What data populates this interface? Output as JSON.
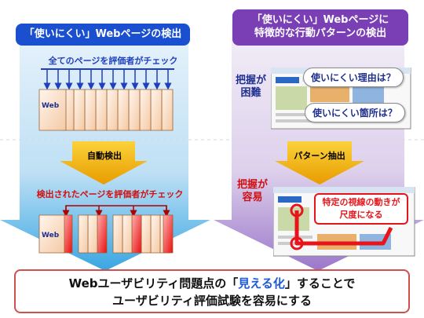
{
  "left": {
    "header": "「使いにくい」Webページの検出",
    "top_label": "全てのページを評価者がチェック",
    "stack_label": "Web",
    "arrow_label": "自動検出",
    "bottom_label": "検出されたページを評価者がチェック",
    "stack2_label": "Web"
  },
  "right": {
    "header_line1": "「使いにくい」Webページに",
    "header_line2": "特徴的な行動パターンの検出",
    "hard_label_line1": "把握が",
    "hard_label_line2": "困難",
    "bubble_reason": "使いにくい理由は？",
    "bubble_location": "使いにくい箇所は？",
    "arrow_label": "パターン抽出",
    "easy_label_line1": "把握が",
    "easy_label_line2": "容易",
    "callout_line1": "特定の視線の動きが",
    "callout_line2": "尺度になる"
  },
  "bottom": {
    "line1_before": "Webユーザビリティ問題点の「",
    "line1_highlight": "見える化",
    "line1_after": "」することで",
    "line2": "ユーザビリティ評価試験を容易にする"
  },
  "colors": {
    "left_header": "#1a4fd0",
    "right_header": "#7a3fb5",
    "arrow_gold": "#f2b400",
    "highlight_red": "#e8141b"
  }
}
